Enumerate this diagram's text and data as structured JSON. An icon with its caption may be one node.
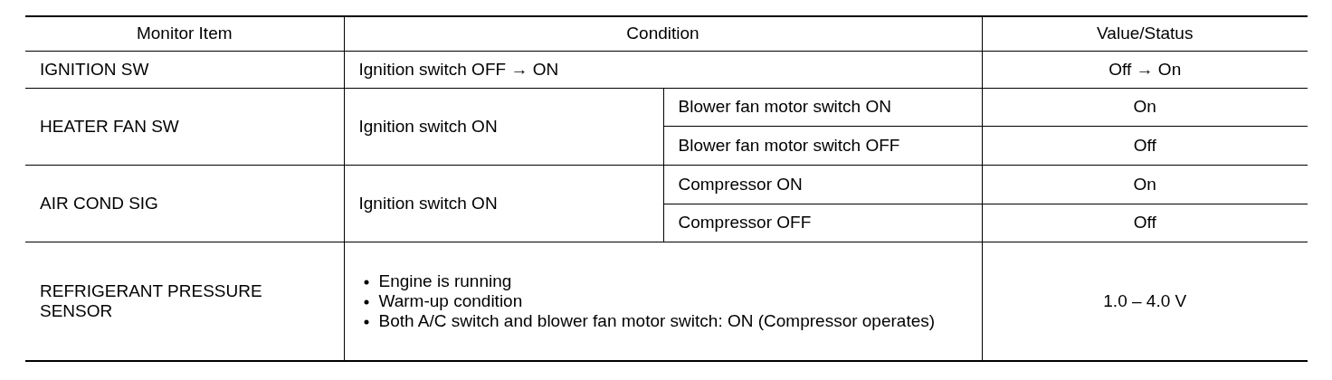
{
  "diagram": {
    "labels": [
      "Monitor Item",
      "Condition",
      "Value/Status",
      "IGNITION SW",
      "Ignition switch OFF → ON",
      "Off → On",
      "HEATER FAN SW",
      "Ignition switch ON",
      "Blower fan motor switch ON",
      "On",
      "Blower fan motor switch OFF",
      "Off",
      "AIR COND SIG",
      "Ignition switch ON",
      "Compressor ON",
      "On",
      "Compressor OFF",
      "Off",
      "REFRIGERANT PRESSURE SENSOR",
      "Engine is running",
      "Warm-up condition",
      "Both A/C switch and blower fan motor switch: ON (Compressor operates)",
      "1.0 – 4.0 V"
    ]
  }
}
